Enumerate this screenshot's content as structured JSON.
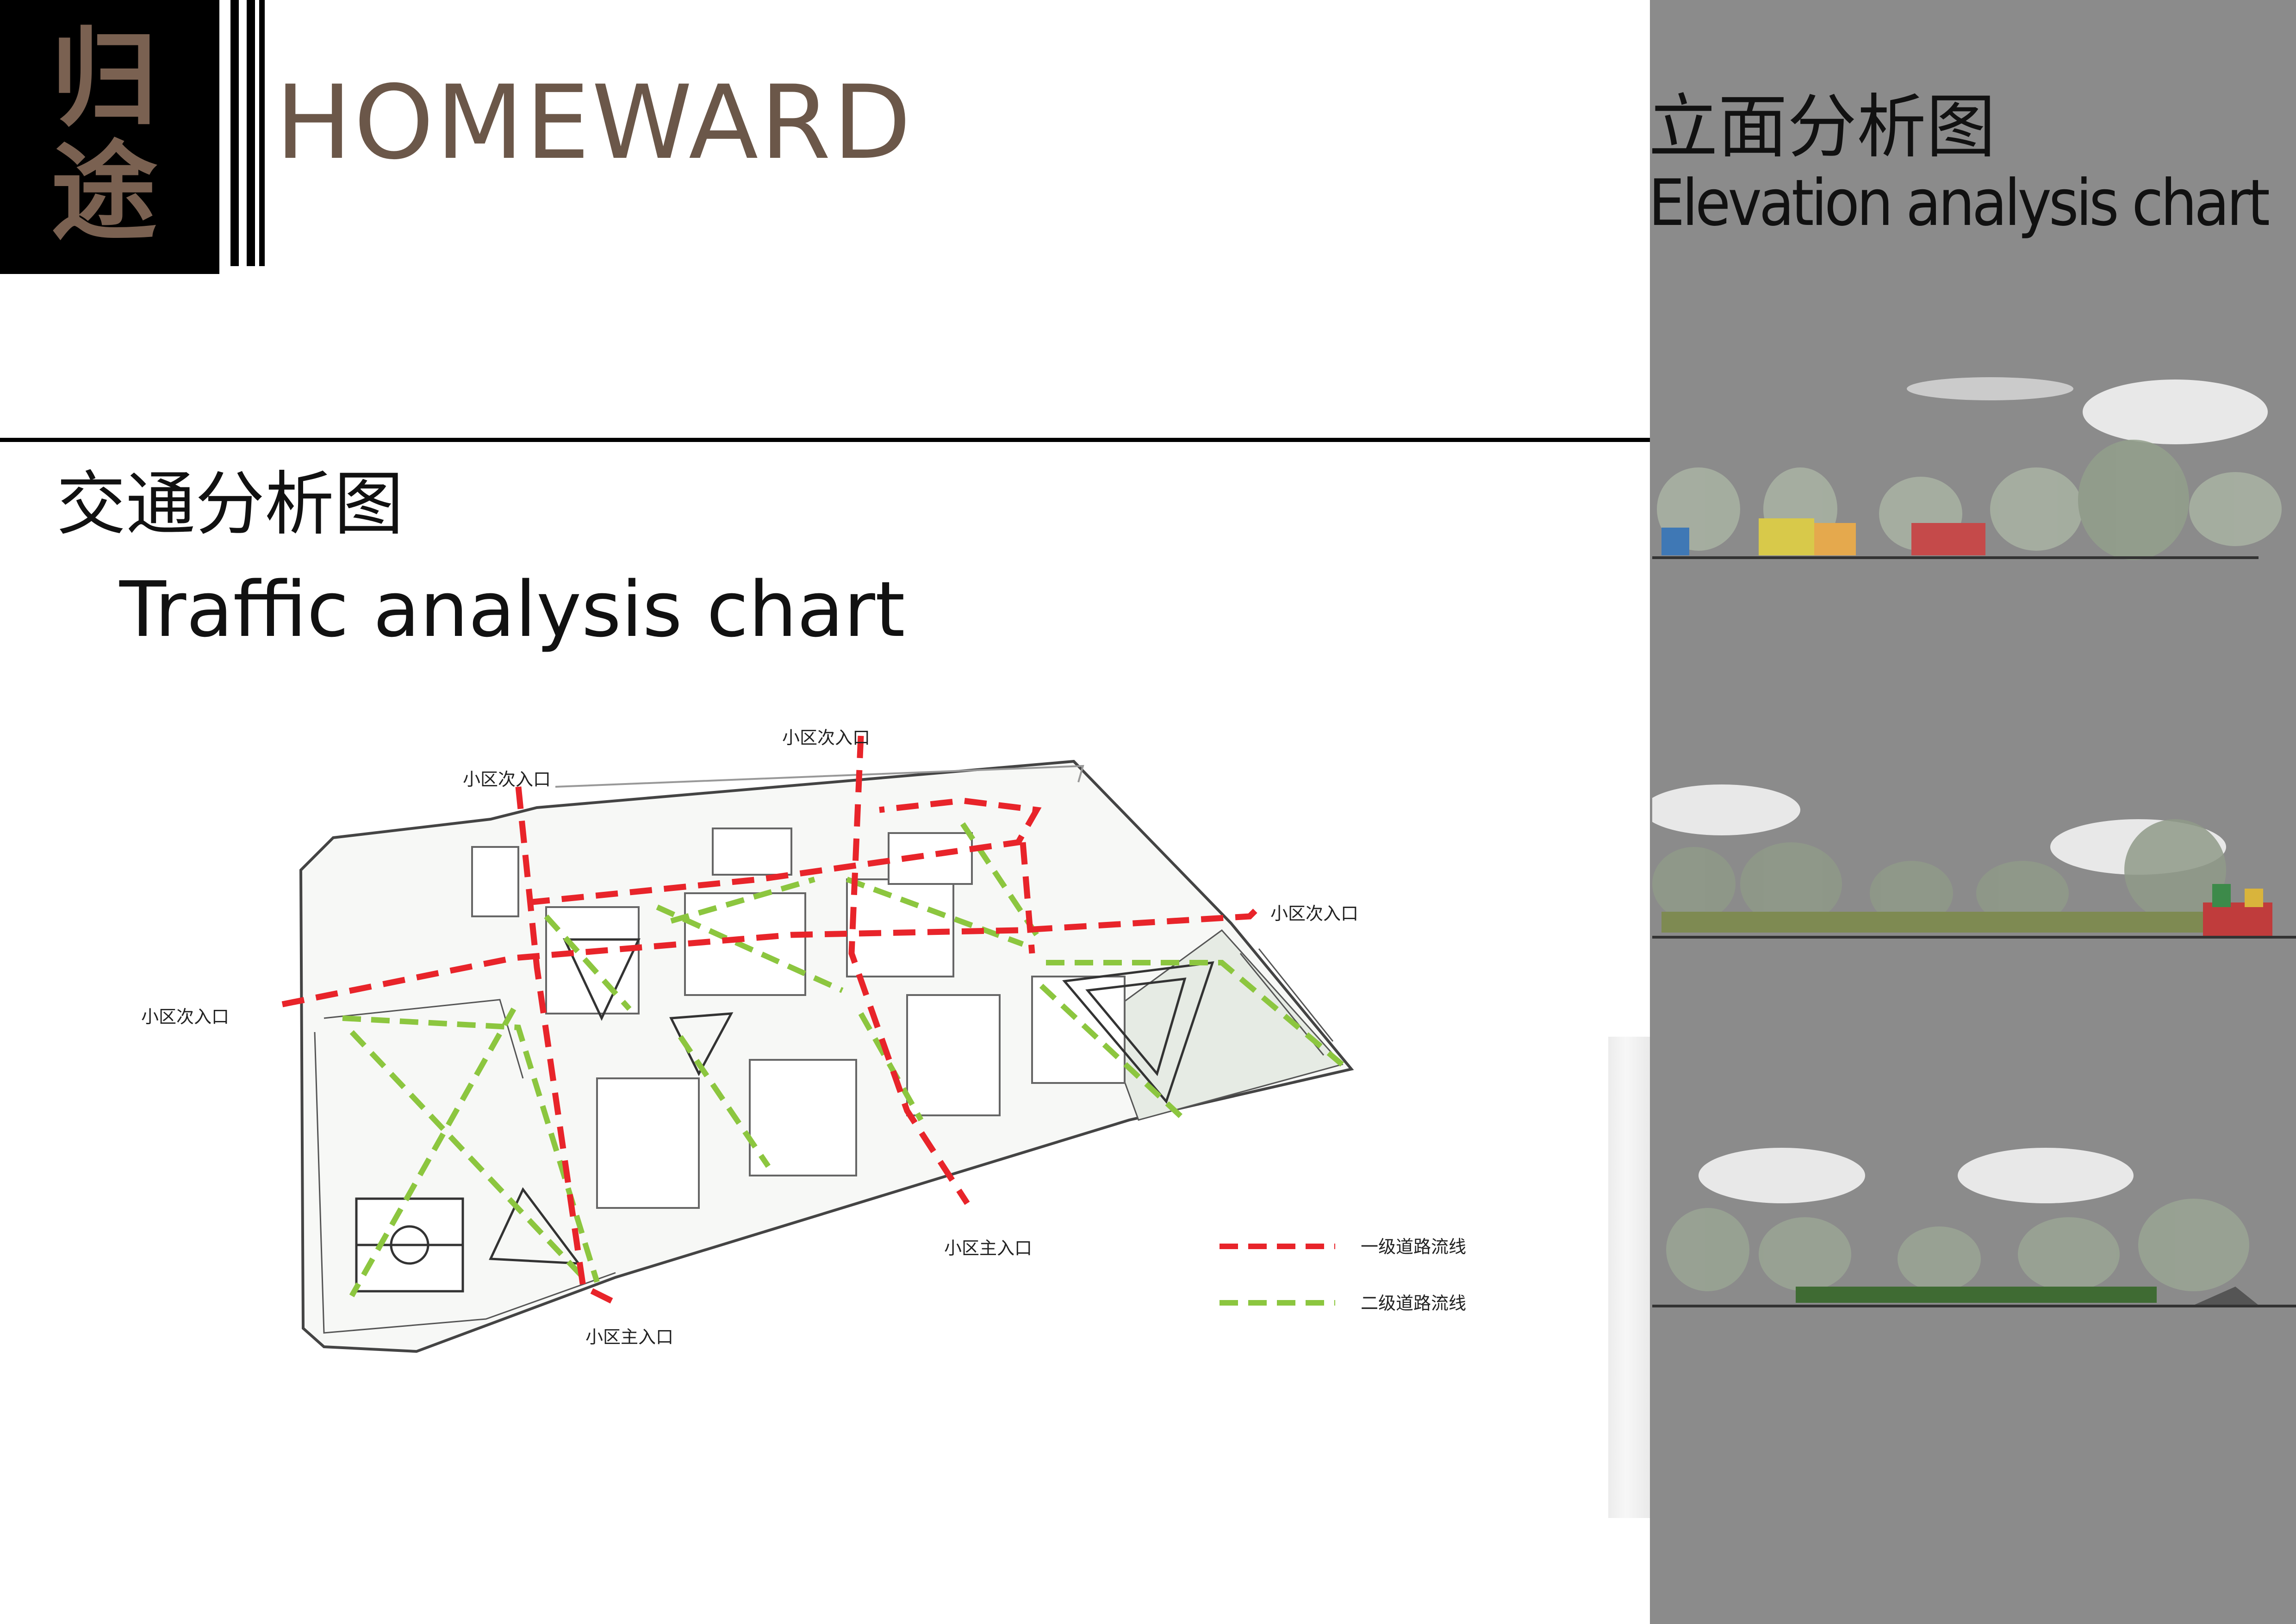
{
  "header": {
    "logo_chars": [
      "归",
      "途"
    ],
    "brand_title": "HOMEWARD"
  },
  "traffic_section": {
    "title_zh": "交通分析图",
    "title_en": "Traffic analysis chart",
    "map_labels": {
      "secondary_entrance": "小区次入口",
      "main_entrance": "小区主入口"
    },
    "legend": [
      {
        "label": "一级道路流线",
        "color": "#e8242a"
      },
      {
        "label": "二级道路流线",
        "color": "#8cc63f"
      }
    ]
  },
  "elevation_section": {
    "title_zh": "立面分析图",
    "title_en": "Elevation analysis chart"
  },
  "colors": {
    "seal_text": "#7a6151",
    "brand_text": "#6b5749",
    "panel_gray": "#8b8b8b"
  }
}
